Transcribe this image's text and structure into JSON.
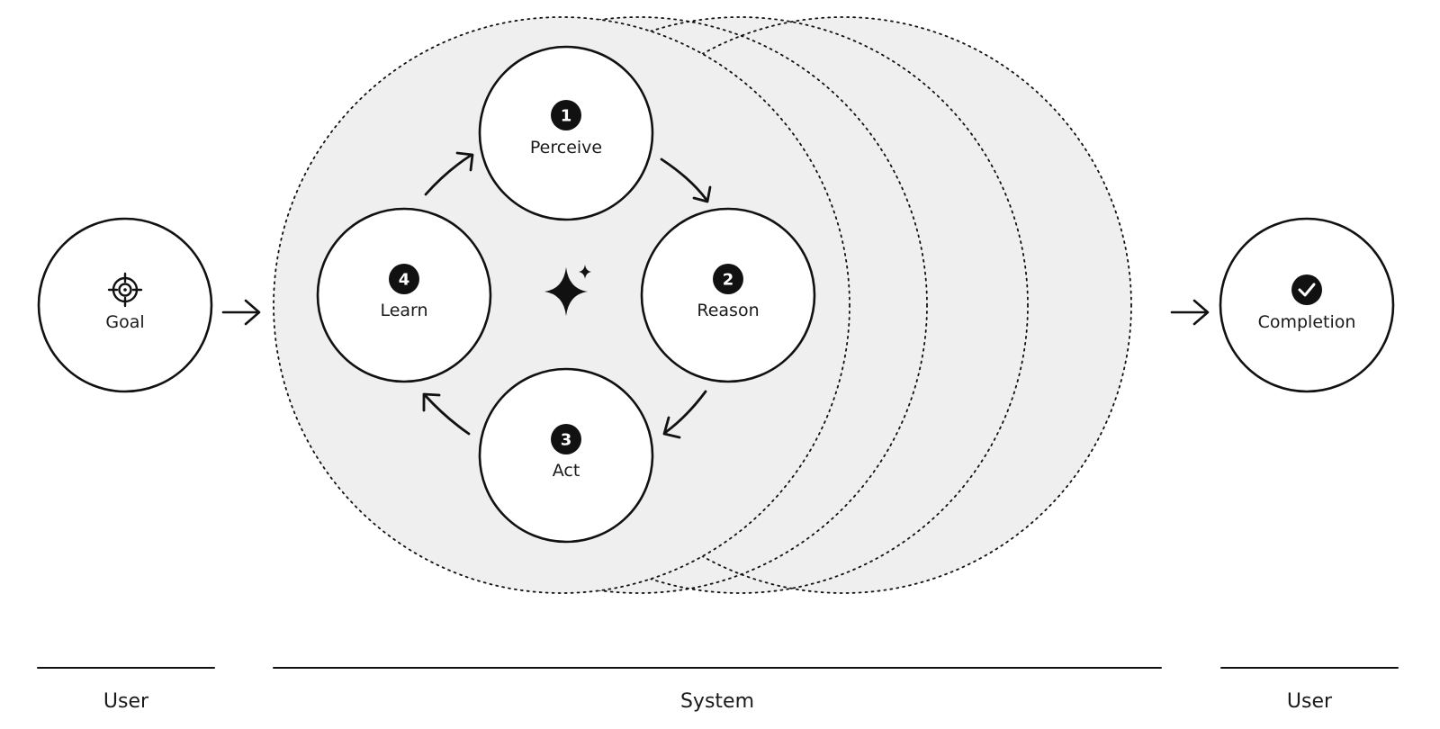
{
  "colors": {
    "ink": "#111111",
    "system_fill": "#efefef",
    "node_fill": "#ffffff"
  },
  "goal": {
    "label": "Goal",
    "icon": "target-icon"
  },
  "completion": {
    "label": "Completion",
    "icon": "check-circle-icon"
  },
  "center_icon": "sparkle-icon",
  "steps": [
    {
      "number": "1",
      "label": "Perceive"
    },
    {
      "number": "2",
      "label": "Reason"
    },
    {
      "number": "3",
      "label": "Act"
    },
    {
      "number": "4",
      "label": "Learn"
    }
  ],
  "sections": {
    "left": "User",
    "middle": "System",
    "right": "User"
  }
}
